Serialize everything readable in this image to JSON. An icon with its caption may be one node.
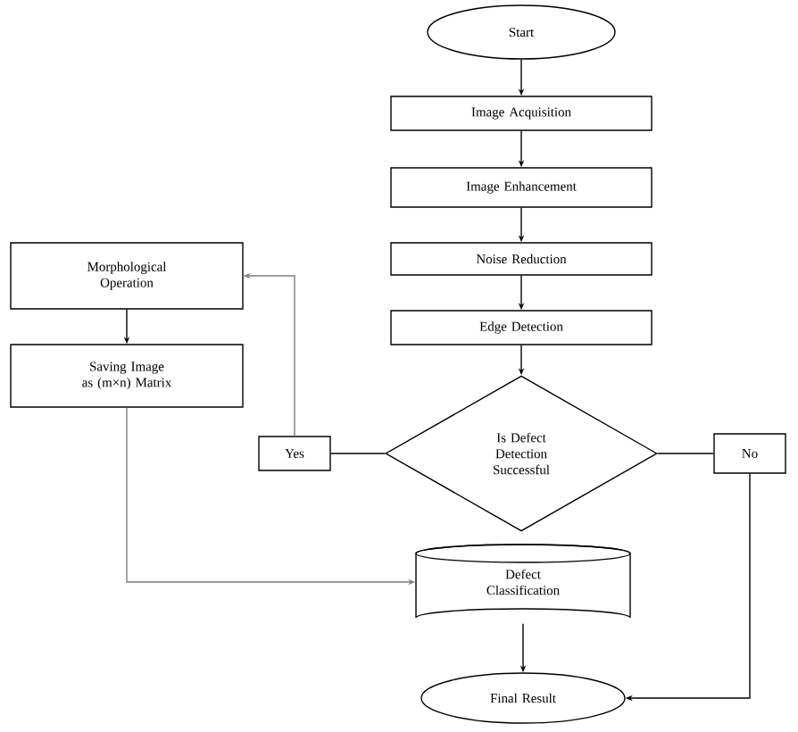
{
  "diagram": {
    "nodes": [
      {
        "text": [
          "Start"
        ]
      },
      {
        "text": [
          "Image Acquisition"
        ]
      },
      {
        "text": [
          "Image Enhancement"
        ]
      },
      {
        "text": [
          "Noise Reduction"
        ]
      },
      {
        "text": [
          "Edge Detection"
        ]
      },
      {
        "text": [
          "Is Defect Detection Successful"
        ]
      },
      {
        "text": [
          "Yes"
        ]
      },
      {
        "text": [
          "Morphological Operation"
        ]
      },
      {
        "text": [
          "Saving Image as (m×n) Matrix"
        ]
      },
      {
        "text": [
          "No"
        ]
      },
      {
        "text": [
          "Defect Classification"
        ]
      },
      {
        "text": [
          "Final Result"
        ]
      }
    ],
    "edges": [
      {
        "from": 0,
        "to": 1,
        "arrow": "to"
      },
      {
        "from": 1,
        "to": 2,
        "arrow": "to"
      },
      {
        "from": 2,
        "to": 3,
        "arrow": "to"
      },
      {
        "from": 3,
        "to": 4,
        "arrow": "to"
      },
      {
        "from": 4,
        "to": 5,
        "arrow": "to"
      },
      {
        "from": 5,
        "to": 6,
        "arrow": "none"
      },
      {
        "from": 6,
        "to": 7,
        "arrow": "to",
        "color": "#7f7f7f"
      },
      {
        "from": 7,
        "to": 8,
        "arrow": "to"
      },
      {
        "from": 8,
        "to": 10,
        "arrow": "to",
        "color": "#7f7f7f"
      },
      {
        "from": 5,
        "to": 9,
        "arrow": "none"
      },
      {
        "from": 9,
        "to": 11,
        "arrow": "to"
      },
      {
        "from": 10,
        "to": 11,
        "arrow": "to"
      }
    ]
  }
}
